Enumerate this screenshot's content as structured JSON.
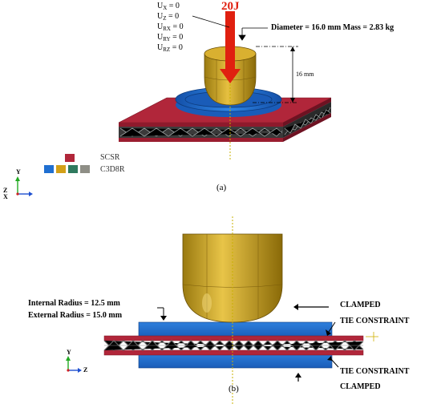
{
  "panel_a": {
    "bc": [
      {
        "base": "U",
        "sub": "X",
        "val": " = 0"
      },
      {
        "base": "U",
        "sub": "Z",
        "val": " = 0"
      },
      {
        "base": "U",
        "sub": "RX",
        "val": " = 0"
      },
      {
        "base": "U",
        "sub": "RY",
        "val": " = 0"
      },
      {
        "base": "U",
        "sub": "RZ",
        "val": " = 0"
      }
    ],
    "energy": "20J",
    "diameter_mass": "Diameter = 16.0 mm Mass = 2.83 kg",
    "drop_height": "16 mm",
    "legend": {
      "scsr": "SCSR",
      "c3d8r": "C3D8R",
      "colors": [
        "#b1263a",
        "#1f6fd1",
        "#d3a018",
        "#2f7a5e",
        "#8e8e86"
      ]
    },
    "label": "(a)"
  },
  "panel_b": {
    "internal_radius": "Internal Radius = 12.5 mm",
    "external_radius": "External Radius = 15.0 mm",
    "clamped": "CLAMPED",
    "tie_constraint": "TIE CONSTRAINT",
    "label": "(b)"
  },
  "triad_a": {
    "y": "Y",
    "z": "Z",
    "x": "X"
  },
  "triad_b": {
    "y": "Y",
    "z": "Z"
  }
}
